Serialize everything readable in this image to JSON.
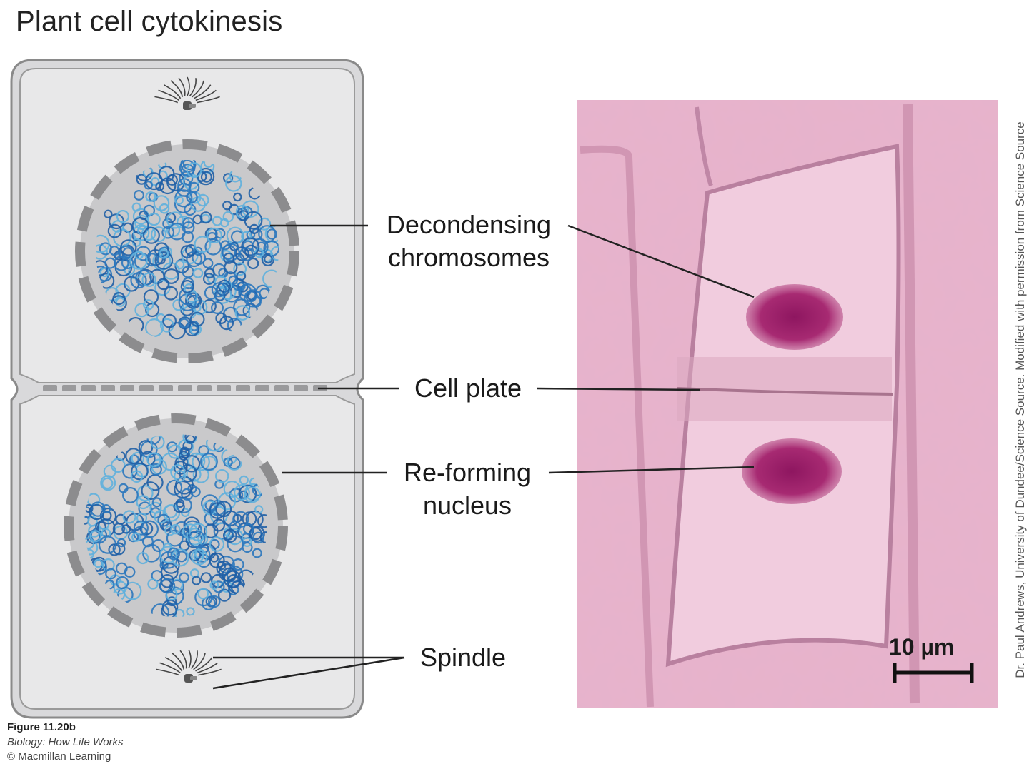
{
  "title": "Plant cell cytokinesis",
  "labels": {
    "decondensing_line1": "Decondensing",
    "decondensing_line2": "chromosomes",
    "cell_plate": "Cell plate",
    "reforming_line1": "Re-forming",
    "reforming_line2": "nucleus",
    "spindle": "Spindle"
  },
  "scale_bar": "10 µm",
  "credit": "Dr. Paul Andrews, University of Dundee/Science Source. Modified with permission from Science Source",
  "caption": {
    "figure": "Figure 11.20b",
    "book": "Biology: How Life Works",
    "copyright": "© Macmillan Learning"
  },
  "colors": {
    "cell_fill": "#e8e8e9",
    "cell_wall": "#8a8a8a",
    "nucleus_fill": "#c9c9cb",
    "envelope": "#8c8c8e",
    "chromatin_dark": "#1f5fa6",
    "chromatin_light": "#5fb0dd",
    "micrograph_bg": "#e7b3cb",
    "micrograph_nucleus": "#a3246b"
  }
}
